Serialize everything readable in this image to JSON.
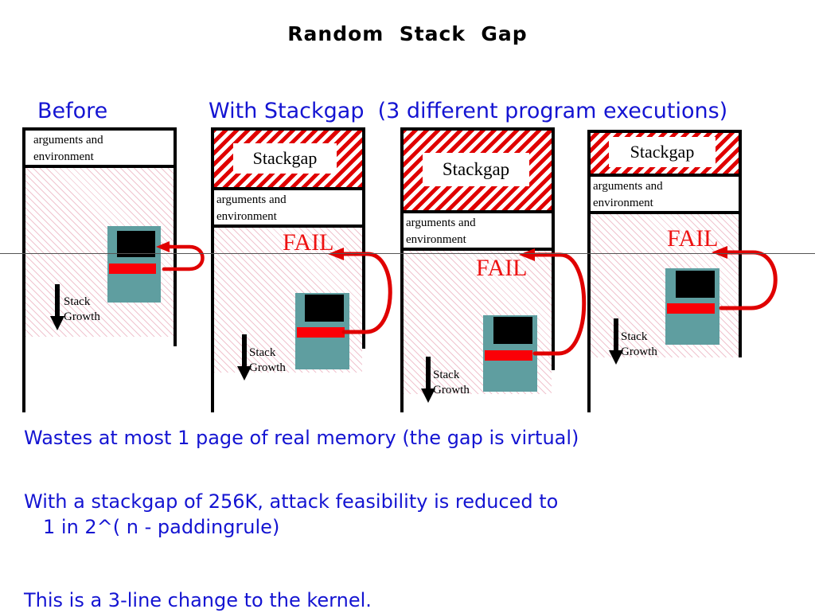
{
  "slide": {
    "title": "Random  Stack  Gap",
    "headings": {
      "before": "Before",
      "with_stackgap": "With Stackgap  (3 different program executions)"
    },
    "bullets": {
      "line1": "Wastes at most 1 page of real memory (the gap is virtual)",
      "line2a": "With a stackgap of 256K, attack feasibility is reduced to",
      "line2b": "1 in 2^( n - paddingrule)",
      "line3": "This is a 3-line change to the kernel."
    },
    "labels": {
      "arguments_line1": "arguments and",
      "arguments_line2": "environment",
      "stackgap": "Stackgap",
      "stack_growth_line1": "Stack",
      "stack_growth_line2": "Growth",
      "fail": "FAIL"
    },
    "colors": {
      "heading_blue": "#1414d2",
      "fail_red": "#ee1111",
      "hatch_red": "#e00000",
      "hatch_pink": "#f0c4cf",
      "process_teal": "#5f9ea0",
      "return_address_red": "#fb0007",
      "buffer_black": "#000000",
      "reference_line": "#555555"
    },
    "columns": [
      {
        "name": "before",
        "has_stackgap": false,
        "has_fail": false,
        "arguments_box": true,
        "stack_growth": true
      },
      {
        "name": "execution-1",
        "has_stackgap": true,
        "has_fail": true,
        "arguments_box": true,
        "stack_growth": true
      },
      {
        "name": "execution-2",
        "has_stackgap": true,
        "has_fail": true,
        "arguments_box": true,
        "stack_growth": true
      },
      {
        "name": "execution-3",
        "has_stackgap": true,
        "has_fail": true,
        "arguments_box": true,
        "stack_growth": true
      }
    ]
  }
}
